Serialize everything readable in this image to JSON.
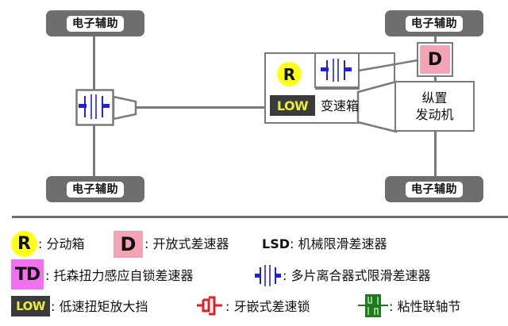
{
  "diagram": {
    "wheels": {
      "front_left": "电子辅助",
      "rear_left": "电子辅助",
      "front_right": "电子辅助",
      "rear_right": "电子辅助"
    },
    "transmission": {
      "transfer_case_symbol": "R",
      "low_range_symbol": "LOW",
      "gearbox_label": "变速箱"
    },
    "rear_differential_symbol": "D",
    "engine_label_line1": "纵置",
    "engine_label_line2": "发动机",
    "colors": {
      "line_gray": "#7a7a7a",
      "wheel_gray": "#6e6e6e",
      "clutch_blue": "#2020e0",
      "transfer_yellow": "#ffff19",
      "open_diff_pink": "#f4a3b4",
      "torsen_magenta": "#f26ff0",
      "low_bg": "#3b3b3b",
      "low_text": "#e8ec3a",
      "locker_red": "#e0201e",
      "viscous_green": "#1f7a1f"
    }
  },
  "legend": {
    "row1": {
      "r_symbol": "R",
      "r_desc": ": 分动箱",
      "d_symbol": "D",
      "d_desc": ": 开放式差速器",
      "lsd_symbol": "LSD",
      "lsd_desc": ": 机械限滑差速器"
    },
    "row2": {
      "td_symbol": "TD",
      "td_desc": ": 托森扭力感应自锁差速器",
      "clutch_desc": ": 多片离合器式限滑差速器"
    },
    "row3": {
      "low_symbol": "LOW",
      "low_desc": ": 低速扭矩放大挡",
      "locker_desc": ": 牙嵌式差速锁",
      "viscous_desc": ": 粘性联轴节"
    }
  }
}
